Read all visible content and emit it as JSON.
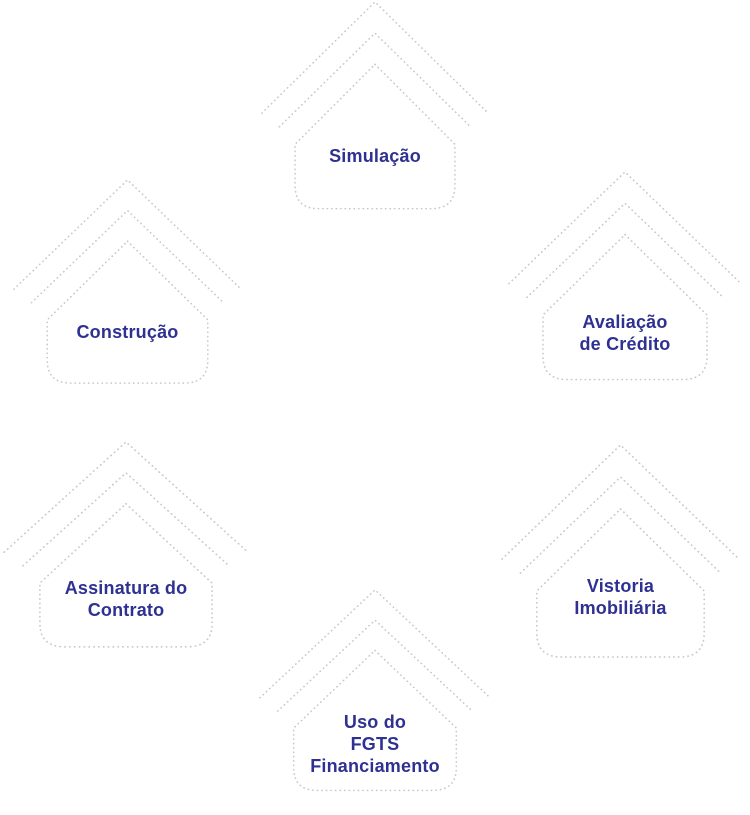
{
  "diagram": {
    "steps": [
      {
        "id": "simulacao",
        "lines": [
          "Simulação"
        ]
      },
      {
        "id": "avaliacao-credito",
        "lines": [
          "Avaliação",
          "de Crédito"
        ]
      },
      {
        "id": "vistoria-imobiliaria",
        "lines": [
          "Vistoria",
          "Imobiliária"
        ]
      },
      {
        "id": "uso-fgts-financiamento",
        "lines": [
          "Uso do",
          "FGTS",
          "Financiamento"
        ]
      },
      {
        "id": "assinatura-contrato",
        "lines": [
          "Assinatura do",
          "Contrato"
        ]
      },
      {
        "id": "construcao",
        "lines": [
          "Construção"
        ]
      }
    ],
    "colors": {
      "label": "#2e3192",
      "outline": "#c8c8c8",
      "background": "#ffffff"
    }
  }
}
